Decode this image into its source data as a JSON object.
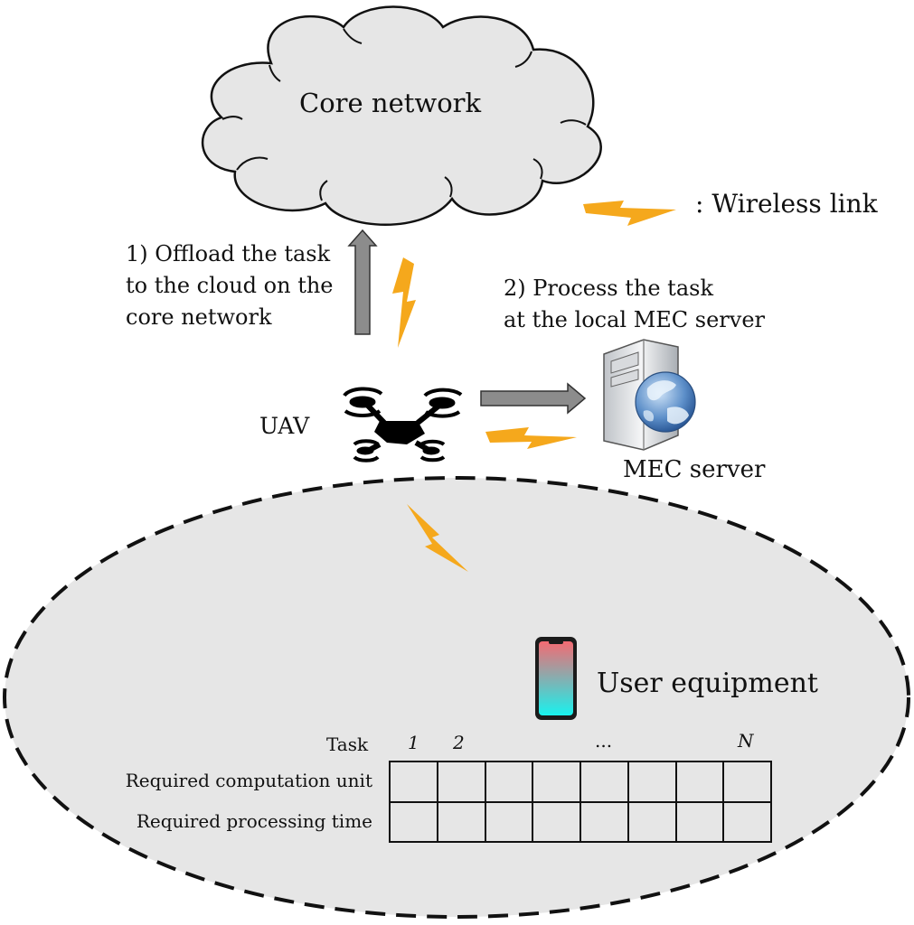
{
  "cloud": {
    "label": "Core network"
  },
  "legend": {
    "label": ": Wireless link",
    "icon": "lightning-icon",
    "color": "#F5A81C"
  },
  "offload_text": "1) Offload the task\nto the cloud on the\ncore network",
  "process_text": "2) Process the task\nat the local MEC server",
  "uav": {
    "label": "UAV",
    "icon": "drone-icon"
  },
  "mec": {
    "label": "MEC server",
    "icon": "server-globe-icon"
  },
  "ue": {
    "label": "User equipment",
    "icon": "smartphone-icon"
  },
  "task_table": {
    "task_label": "Task",
    "col_labels": [
      "1",
      "2",
      "...",
      "N"
    ],
    "rows": [
      "Required computation unit",
      "Required processing time"
    ]
  },
  "colors": {
    "cloud_fill": "#E6E6E6",
    "zone_fill": "#E6E6E6",
    "arrow_fill": "#8C8C8C",
    "lightning": "#F5A81C"
  }
}
